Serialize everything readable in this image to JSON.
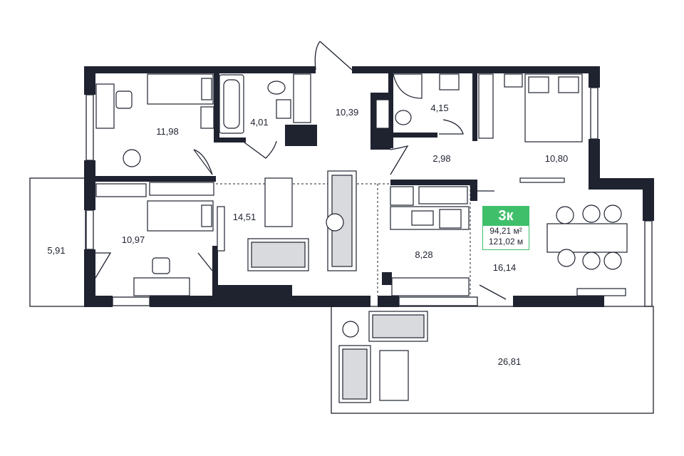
{
  "rooms": [
    {
      "id": "bedroom-1",
      "area": "11,98"
    },
    {
      "id": "bathroom-1",
      "area": "4,01"
    },
    {
      "id": "hallway",
      "area": "10,39"
    },
    {
      "id": "bathroom-2",
      "area": "4,15"
    },
    {
      "id": "corridor",
      "area": "2,98"
    },
    {
      "id": "bedroom-master",
      "area": "10,80"
    },
    {
      "id": "living",
      "area": "14,51"
    },
    {
      "id": "bedroom-2",
      "area": "10,97"
    },
    {
      "id": "balcony-left",
      "area": "5,91"
    },
    {
      "id": "kitchen",
      "area": "8,28"
    },
    {
      "id": "dining",
      "area": "16,14"
    },
    {
      "id": "terrace",
      "area": "26,81"
    }
  ],
  "badge": {
    "rooms": "3к",
    "area_living": "94,21 м²",
    "area_total": "121,02 м"
  },
  "colors": {
    "wall": "#1f2330",
    "badge": "#3fbf6a",
    "furniture_fill": "#d9dadd"
  }
}
